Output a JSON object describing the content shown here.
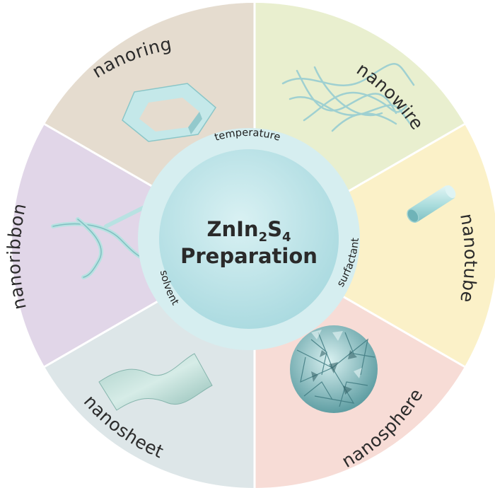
{
  "center": {
    "line1_main": "ZnIn",
    "line1_sub1": "2",
    "line1_mid": "S",
    "line1_sub2": "4",
    "line2": "Preparation"
  },
  "factors": {
    "top": "temperature",
    "right": "surfactant",
    "left": "solvent"
  },
  "segments": [
    {
      "id": "nanowire",
      "label": "nanowire",
      "color": "#e9efcf"
    },
    {
      "id": "nanotube",
      "label": "nanotube",
      "color": "#fbf1c8"
    },
    {
      "id": "nanosphere",
      "label": "nanosphere",
      "color": "#f7dcd6"
    },
    {
      "id": "nanosheet",
      "label": "nanosheet",
      "color": "#dde6e8"
    },
    {
      "id": "nanoribbon",
      "label": "nanoribbon",
      "color": "#e1d6e8"
    },
    {
      "id": "nanoring",
      "label": "nanoring",
      "color": "#e5dccf"
    }
  ],
  "colors": {
    "inner_ring": "#d6eef0",
    "core": "#bde3e7",
    "structure": "#bfe6e6",
    "structure_dark": "#6fb3b8"
  }
}
